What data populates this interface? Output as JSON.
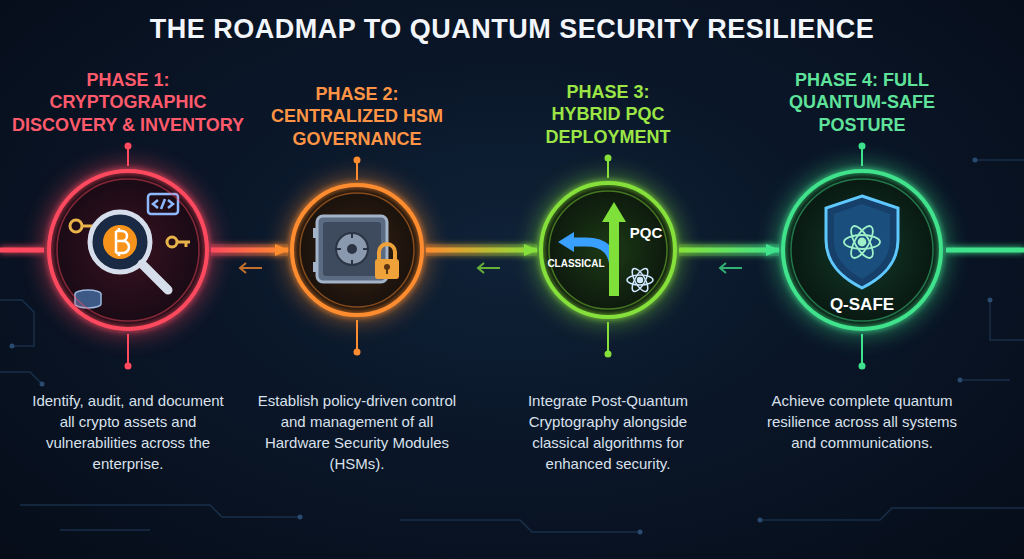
{
  "diagram": {
    "title": "THE ROADMAP TO QUANTUM SECURITY RESILIENCE",
    "nodes": [
      {
        "text": [
          "PHASE 1: CRYPTOGRAPHIC DISCOVERY & INVENTORY",
          "Identify, audit, and document all crypto assets and vulnerabilities across the enterprise."
        ]
      },
      {
        "text": [
          "PHASE 2: CENTRALIZED HSM GOVERNANCE",
          "Establish policy-driven control and management of all Hardware Security Modules (HSMs)."
        ]
      },
      {
        "text": [
          "PHASE 3: HYBRID PQC DEPLOYMENT",
          "PQC",
          "CLASSICAL",
          "Integrate Post-Quantum Cryptography alongside classical algorithms for enhanced security."
        ]
      },
      {
        "text": [
          "PHASE 4: FULL QUANTUM-SAFE POSTURE",
          "Q-SAFE",
          "Achieve complete quantum resilience across all systems and communications."
        ]
      }
    ],
    "edges": [
      {
        "from": 0,
        "to": 1,
        "arrow": "to"
      },
      {
        "from": 1,
        "to": 2,
        "arrow": "to"
      },
      {
        "from": 2,
        "to": 3,
        "arrow": "to"
      }
    ]
  }
}
